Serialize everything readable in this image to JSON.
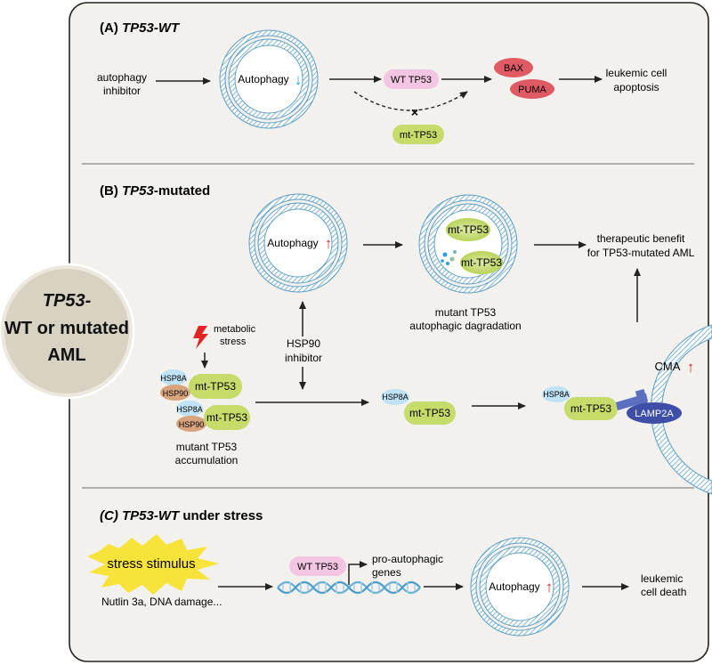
{
  "center": {
    "line1": "TP53-",
    "line2": "WT or mutated",
    "line3": "AML"
  },
  "panelA": {
    "title_prefix": "(A) ",
    "title_gene": "TP53-WT",
    "inhibitor_line1": "autophagy",
    "inhibitor_line2": "inhibitor",
    "autophagy": "Autophagy",
    "autophagy_arrow": "↓",
    "wt": "WT TP53",
    "mt": "mt-TP53",
    "bax": "BAX",
    "puma": "PUMA",
    "outcome_line1": "leukemic cell",
    "outcome_line2": "apoptosis"
  },
  "panelB": {
    "title_prefix": "(B) ",
    "title_gene": "TP53",
    "title_suffix": "-mutated",
    "autophagy": "Autophagy",
    "autophagy_arrow": "↑",
    "mt": "mt-TP53",
    "degradation_line1": "mutant TP53",
    "degradation_line2": "autophagic dagradation",
    "benefit_line1": "therapeutic benefit",
    "benefit_line2": "for TP53-mutated AML",
    "hsp90_line1": "HSP90",
    "hsp90_line2": "inhibitor",
    "stress_line1": "metabolic",
    "stress_line2": "stress",
    "hsp8a": "HSP8A",
    "hsp90": "HSP90",
    "accum_line1": "mutant TP53",
    "accum_line2": "accumulation",
    "cma": "CMA",
    "cma_arrow": "↑",
    "lamp2a": "LAMP2A"
  },
  "panelC": {
    "title_gene": "(C) TP53-WT",
    "title_suffix": " under  stress",
    "stimulus": "stress stimulus",
    "stimulus_examples": "Nutlin 3a, DNA damage...",
    "wt": "WT TP53",
    "genes_line1": "pro-autophagic",
    "genes_line2": "genes",
    "autophagy": "Autophagy",
    "autophagy_arrow": "↑",
    "outcome_line1": "leukemic",
    "outcome_line2": "cell death"
  },
  "colors": {
    "panel_bg": "#f2f1ee",
    "center_circle": "#d8d2c3",
    "mt_green": "#c5dc6a",
    "wt_pink": "#f3c5e3",
    "bax_red": "#e05a63",
    "hsp8a_blue": "#bfe3f5",
    "hsp90_tan": "#d8a47e",
    "lamp2a_blue": "#3f4fa8",
    "vesicle_blue": "#86c0dc",
    "stress_yellow": "#f7e33a",
    "up_red": "#e02424",
    "down_blue": "#2aa1d8"
  }
}
